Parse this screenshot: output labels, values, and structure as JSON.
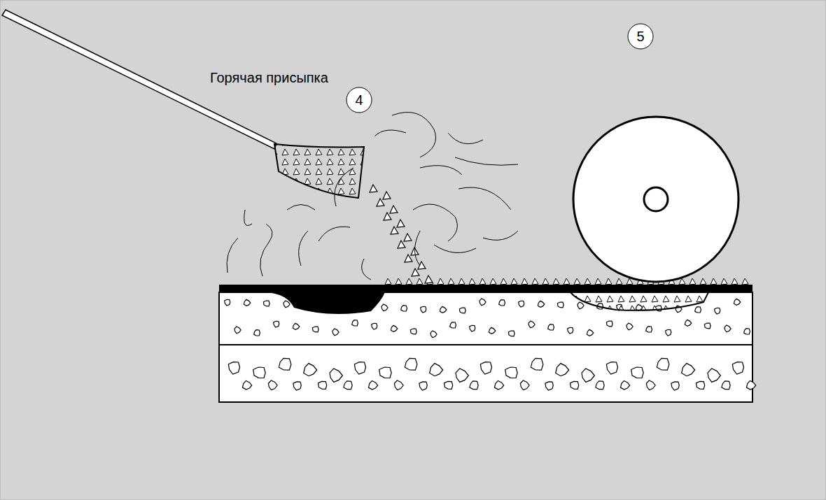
{
  "diagram": {
    "labels": [
      "Горячая присыпка",
      "4",
      "5"
    ]
  }
}
